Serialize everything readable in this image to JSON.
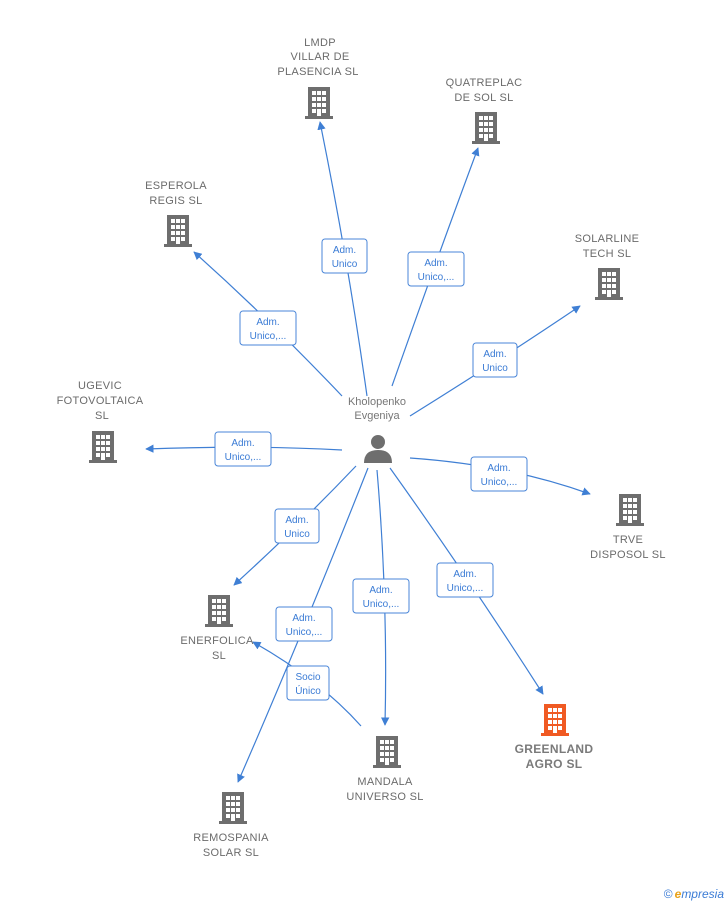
{
  "center": {
    "name_line1": "Kholopenko",
    "name_line2": "Evgeniya"
  },
  "colors": {
    "edge": "#3f7fd4",
    "building": "#6e6e6e",
    "highlight": "#f05a23"
  },
  "companies": [
    {
      "id": "lmdp",
      "lines": [
        "LMDP",
        "VILLAR DE",
        "PLASENCIA  SL"
      ],
      "highlight": false
    },
    {
      "id": "quatreplac",
      "lines": [
        "QUATREPLAC",
        "DE SOL  SL"
      ],
      "highlight": false
    },
    {
      "id": "esperola",
      "lines": [
        "ESPEROLA",
        "REGIS  SL"
      ],
      "highlight": false
    },
    {
      "id": "solarline",
      "lines": [
        "SOLARLINE",
        "TECH  SL"
      ],
      "highlight": false
    },
    {
      "id": "ugevic",
      "lines": [
        "UGEVIC",
        "FOTOVOLTAICA",
        "SL"
      ],
      "highlight": false
    },
    {
      "id": "trve",
      "lines": [
        "TRVE",
        "DISPOSOL  SL"
      ],
      "highlight": false
    },
    {
      "id": "enerfolica",
      "lines": [
        "ENERFOLICA",
        "SL"
      ],
      "highlight": false
    },
    {
      "id": "greenland",
      "lines": [
        "GREENLAND",
        "AGRO  SL"
      ],
      "highlight": true
    },
    {
      "id": "mandala",
      "lines": [
        "MANDALA",
        "UNIVERSO  SL"
      ],
      "highlight": false
    },
    {
      "id": "remospania",
      "lines": [
        "REMOSPANIA",
        "SOLAR  SL"
      ],
      "highlight": false
    }
  ],
  "edges": [
    {
      "id": "e-lmdp",
      "lines": [
        "Adm.",
        "Unico"
      ]
    },
    {
      "id": "e-quatreplac",
      "lines": [
        "Adm.",
        "Unico,..."
      ]
    },
    {
      "id": "e-esperola",
      "lines": [
        "Adm.",
        "Unico,..."
      ]
    },
    {
      "id": "e-solarline",
      "lines": [
        "Adm.",
        "Unico"
      ]
    },
    {
      "id": "e-ugevic",
      "lines": [
        "Adm.",
        "Unico,..."
      ]
    },
    {
      "id": "e-trve",
      "lines": [
        "Adm.",
        "Unico,..."
      ]
    },
    {
      "id": "e-enerfolica",
      "lines": [
        "Adm.",
        "Unico"
      ]
    },
    {
      "id": "e-remospania",
      "lines": [
        "Adm.",
        "Unico,..."
      ]
    },
    {
      "id": "e-mandala",
      "lines": [
        "Adm.",
        "Unico,..."
      ]
    },
    {
      "id": "e-greenland",
      "lines": [
        "Adm.",
        "Unico,..."
      ]
    },
    {
      "id": "e-mandala-enerfolica",
      "lines": [
        "Socio",
        "Único"
      ]
    }
  ],
  "brand": {
    "copyright": "©",
    "first": "e",
    "rest": "mpresia"
  }
}
